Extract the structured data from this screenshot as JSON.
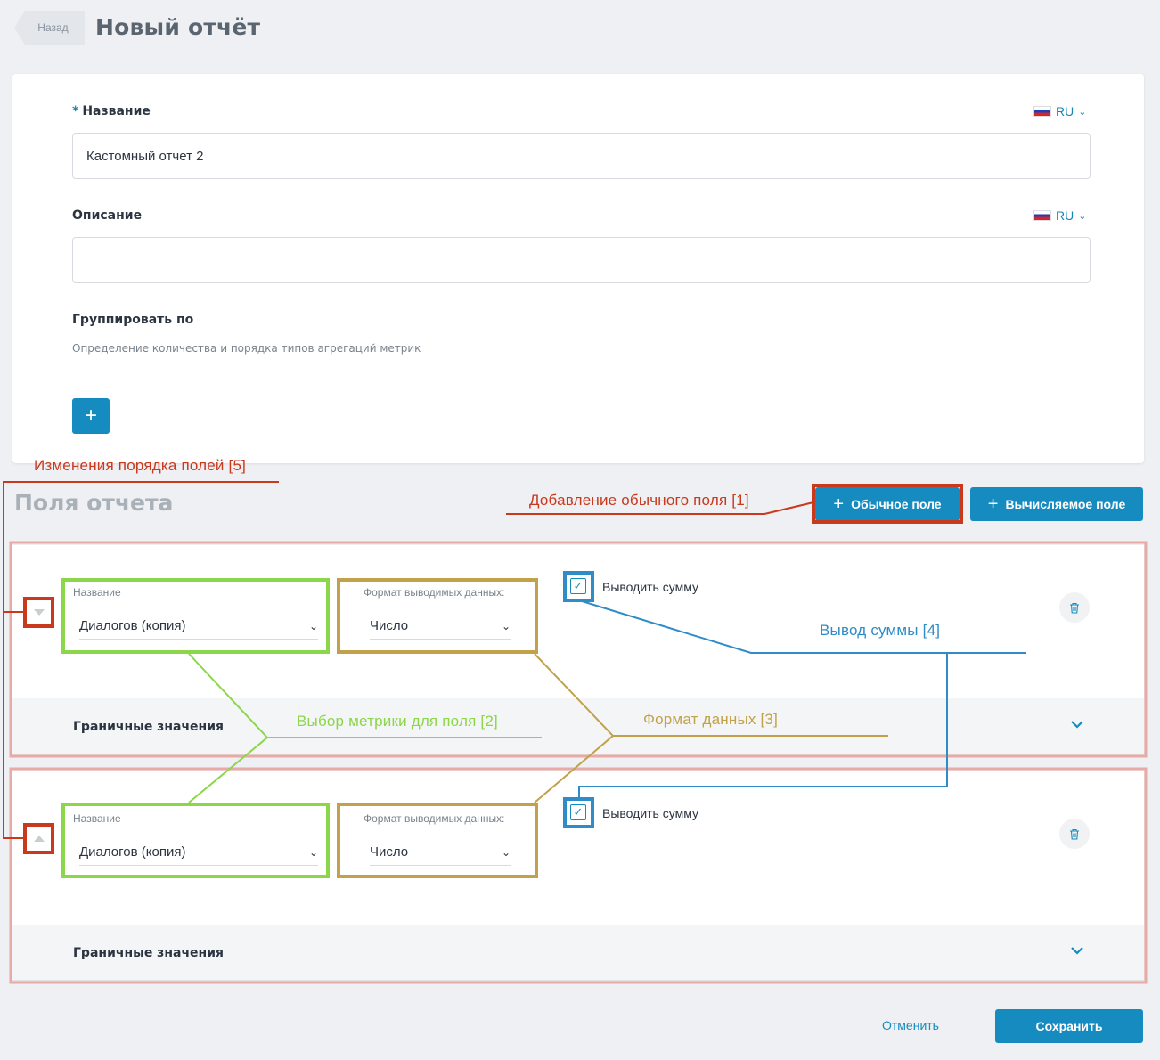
{
  "header": {
    "back_label": "Назад",
    "title": "Новый отчёт"
  },
  "form": {
    "name_label": "Название",
    "required_mark": "*",
    "name_value": "Кастомный отчет 2",
    "lang_code": "RU",
    "description_label": "Описание",
    "description_value": "",
    "group_by_label": "Группировать по",
    "group_by_hint": "Определение количества и порядка типов агрегаций метрик",
    "add_group_icon": "plus-icon"
  },
  "fields_section": {
    "title": "Поля отчета",
    "add_regular_label": "Обычное поле",
    "add_computed_label": "Вычисляемое поле"
  },
  "fields": [
    {
      "name_label": "Название",
      "name_value": "Диалогов (копия)",
      "format_label": "Формат выводимых данных:",
      "format_value": "Число",
      "sum_label": "Выводить сумму",
      "sum_checked": true,
      "limits_label": "Граничные значения",
      "order_icon": "triangle-down-icon"
    },
    {
      "name_label": "Название",
      "name_value": "Диалогов (копия)",
      "format_label": "Формат выводимых данных:",
      "format_value": "Число",
      "sum_label": "Выводить сумму",
      "sum_checked": true,
      "limits_label": "Граничные значения",
      "order_icon": "triangle-up-icon"
    }
  ],
  "footer": {
    "cancel_label": "Отменить",
    "save_label": "Сохранить"
  },
  "annotations": {
    "reorder": "Изменения порядка полей [5]",
    "add_regular": "Добавление обычного поля [1]",
    "sum_output": "Вывод суммы [4]",
    "metric_choice": "Выбор метрики для поля [2]",
    "data_format": "Формат данных [3]"
  },
  "colors": {
    "accent": "#168bbf",
    "annotation_red": "#c9391e",
    "annotation_green": "#8cd64a",
    "annotation_gold": "#c1a24a",
    "annotation_blue": "#2f8cc7",
    "annotation_pink": "#e8aaa4"
  }
}
